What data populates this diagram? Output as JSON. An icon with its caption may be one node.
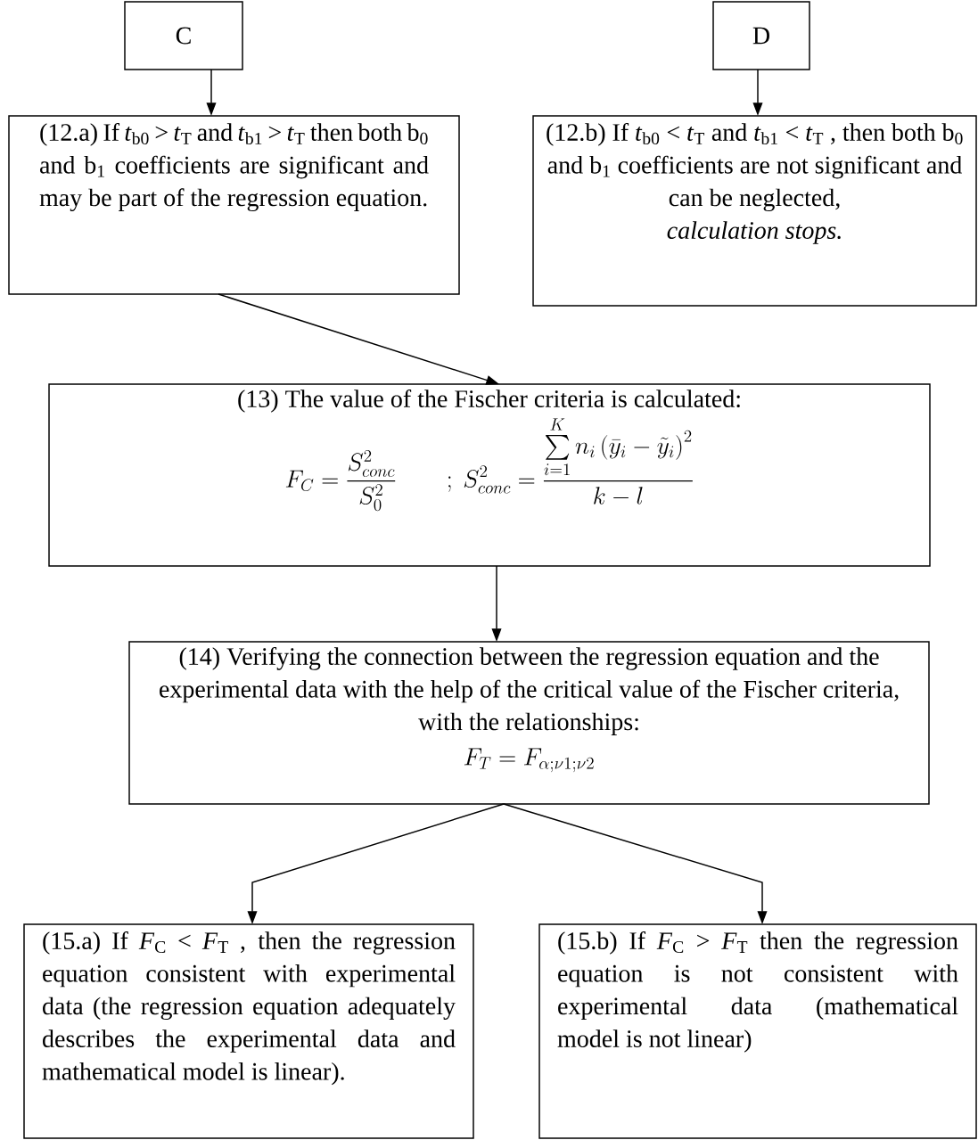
{
  "diagram": {
    "nodes": [
      {
        "text": [
          "C"
        ]
      },
      {
        "text": [
          "D"
        ]
      },
      {
        "text": [
          "(12.a) If *t*$_{b0}$ > *t*$_{T}$ and *t*$_{b1}$ > *t*$_{T}$ then both b$_{0}$ and b$_{1}$ coefficients are significant and may be part of the regression equation."
        ]
      },
      {
        "text": [
          "(12.b) If *t*$_{b0}$ < *t*$_{T}$ and *t*$_{b1}$ < *t*$_{T}$ , then both b$_{0}$ and b$_{1}$ coefficients are not significant and can be neglected,",
          "calculation stops."
        ]
      },
      {
        "text": [
          "(13) The value of the Fischer criteria is calculated:",
          "F_C = \\frac{S^2_{conc}}{S^2_0} \\qquad ;\\ S^2_{conc} = \\frac{\\sum\\limits_{i=1}^{K} n_i\\left(\\bar{y}_i - \\tilde{y}_i\\right)^2}{k-l}"
        ]
      },
      {
        "text": [
          "(14) Verifying the connection between the regression equation and the experimental data with the help of the critical value of the Fischer criteria, with the relationships:",
          "F_T = F_{\\alpha;\\nu 1;\\nu 2}"
        ]
      },
      {
        "text": [
          "(15.a) If *F*$_{C}$ < *F*$_{T}$ , then the regression equation consistent with experimental data (the regression equation adequately describes the experimental data and mathematical model is linear)."
        ]
      },
      {
        "text": [
          "(15.b) If *F*$_{C}$ > *F*$_{T}$ then the regression equation is not consistent with experimental data (mathematical model is not linear)"
        ]
      }
    ],
    "edges": [
      {
        "from": 0,
        "to": 2,
        "arrow": "to"
      },
      {
        "from": 1,
        "to": 3,
        "arrow": "to"
      },
      {
        "from": 2,
        "to": 4,
        "arrow": "to"
      },
      {
        "from": 4,
        "to": 5,
        "arrow": "to"
      },
      {
        "from": 5,
        "to": 6,
        "arrow": "to"
      },
      {
        "from": 5,
        "to": 7,
        "arrow": "to"
      }
    ]
  }
}
